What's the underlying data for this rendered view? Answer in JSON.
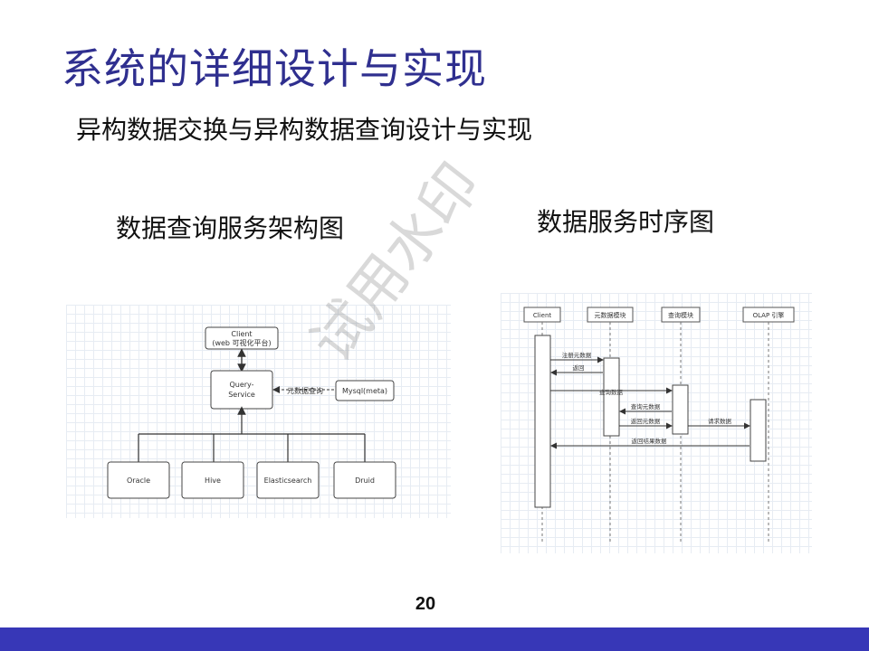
{
  "slide": {
    "title": "系统的详细设计与实现",
    "subtitle": "异构数据交换与异构数据查询设计与实现",
    "left_caption": "数据查询服务架构图",
    "right_caption": "数据服务时序图",
    "page_number": "20",
    "watermark": "试用水印",
    "footer_color": "#3737b7",
    "title_color": "#2f2f8f"
  },
  "architecture_diagram": {
    "client_label_1": "Client",
    "client_label_2": "(web 可视化平台)",
    "query_label_1": "Query-",
    "query_label_2": "Service",
    "meta_edge_label": "元数据查询",
    "mysql_label": "Mysql(meta)",
    "nodes": [
      "Oracle",
      "Hive",
      "Elasticsearch",
      "Druid"
    ]
  },
  "sequence_diagram": {
    "participants": [
      "Client",
      "元数据模块",
      "查询模块",
      "OLAP 引擎"
    ],
    "messages": [
      "注册元数据",
      "返回",
      "查询数据",
      "查询元数据",
      "返回元数据",
      "请求数据",
      "返回结果数据"
    ]
  }
}
